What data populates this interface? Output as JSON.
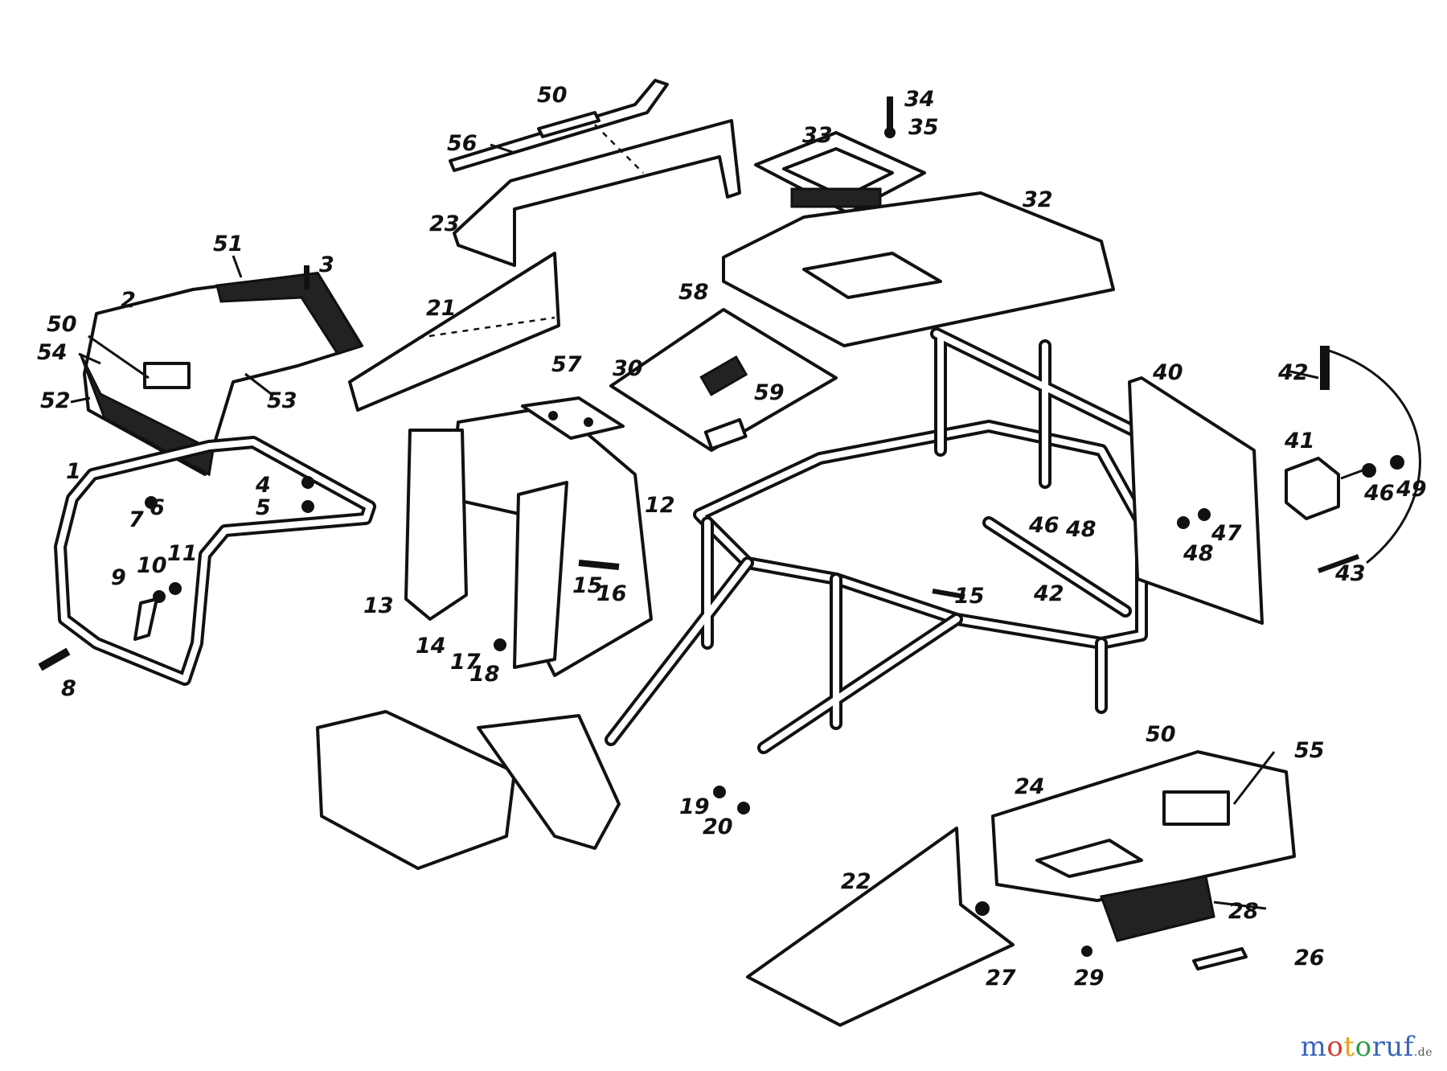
{
  "labels": {
    "l1": "1",
    "l2": "2",
    "l3": "3",
    "l4": "4",
    "l5": "5",
    "l6": "6",
    "l7": "7",
    "l8": "8",
    "l9": "9",
    "l10": "10",
    "l11": "11",
    "l12": "12",
    "l13": "13",
    "l14": "14",
    "l15a": "15",
    "l15b": "15",
    "l16": "16",
    "l17": "17",
    "l18": "18",
    "l19": "19",
    "l20": "20",
    "l21": "21",
    "l22": "22",
    "l23": "23",
    "l24": "24",
    "l26": "26",
    "l27": "27",
    "l28": "28",
    "l29": "29",
    "l30": "30",
    "l32": "32",
    "l33": "33",
    "l34": "34",
    "l35": "35",
    "l40": "40",
    "l41": "41",
    "l42a": "42",
    "l42b": "42",
    "l43": "43",
    "l46a": "46",
    "l46b": "46",
    "l47": "47",
    "l48a": "48",
    "l48b": "48",
    "l49": "49",
    "l50a": "50",
    "l50b": "50",
    "l50c": "50",
    "l51": "51",
    "l52": "52",
    "l53": "53",
    "l54": "54",
    "l55": "55",
    "l56": "56",
    "l57": "57",
    "l58": "58",
    "l59": "59"
  },
  "watermark": {
    "m": "m",
    "o1": "o",
    "t": "t",
    "o2": "o",
    "ruf": "ruf",
    "de": ".de"
  }
}
